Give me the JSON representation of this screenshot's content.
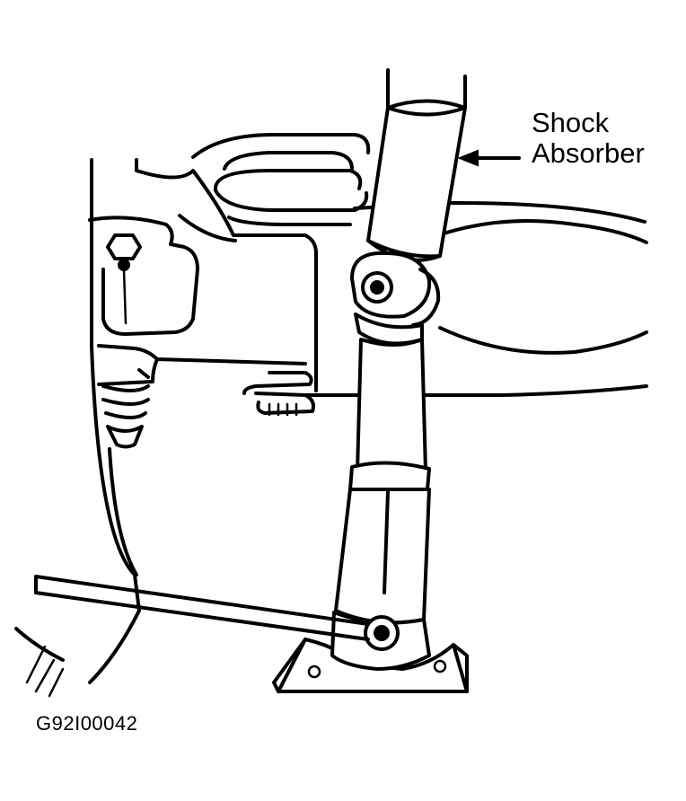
{
  "callout": {
    "line1": "Shock",
    "line2": "Absorber"
  },
  "figure_id": "G92I00042",
  "colors": {
    "ink": "#000000",
    "background": "#ffffff"
  }
}
